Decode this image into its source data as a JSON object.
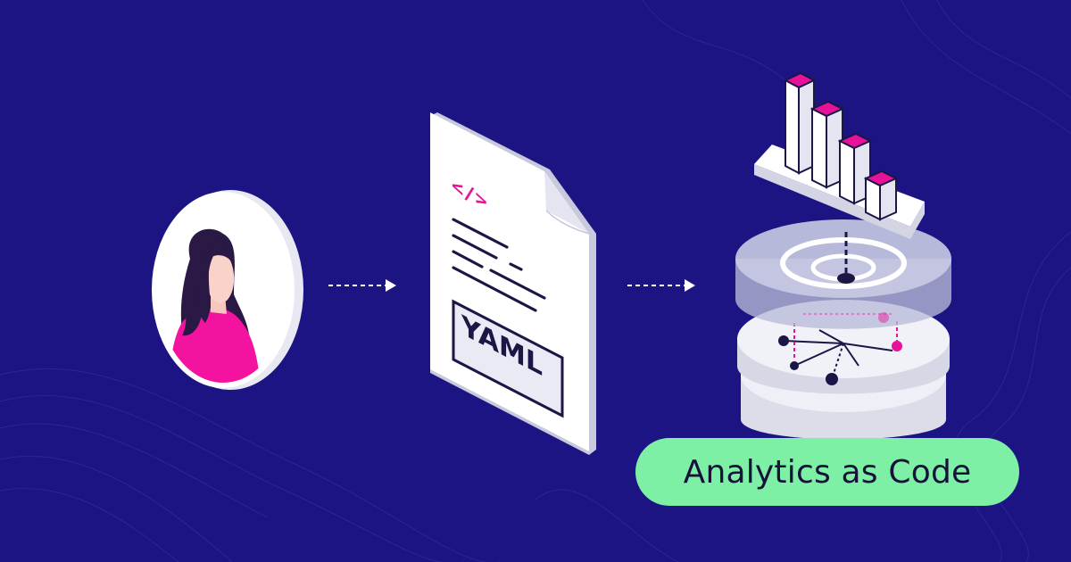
{
  "document": {
    "code_tag": "</>",
    "format_label": "YAML"
  },
  "badge": {
    "label": "Analytics as Code"
  },
  "colors": {
    "background": "#1c1482",
    "accent_magenta": "#e8119a",
    "badge_green": "#7ef0a6",
    "ink": "#1a1646"
  },
  "icons": [
    "user-avatar",
    "arrow-right-dashed",
    "yaml-document-icon",
    "database-stack-icon",
    "bar-chart-icon"
  ]
}
